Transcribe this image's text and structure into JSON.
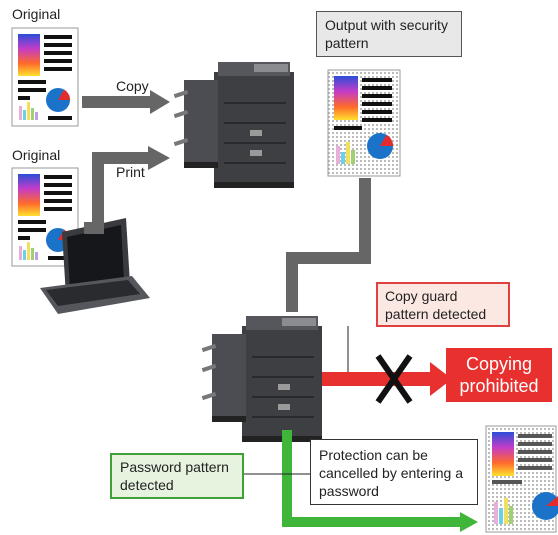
{
  "labels": {
    "original_top": "Original",
    "original_bottom": "Original",
    "copy": "Copy",
    "print": "Print"
  },
  "callouts": {
    "output": "Output with security pattern",
    "copy_guard": "Copy guard pattern detected",
    "copying_prohibited": "Copying prohibited",
    "password_pattern": "Password pattern detected",
    "protection": "Protection can be cancelled by entering a password"
  },
  "colors": {
    "arrow_gray": "#666666",
    "arrow_red": "#e8302f",
    "arrow_green": "#3fb53a",
    "output_box_fill": "#e8e8e8",
    "copy_guard_fill": "#fbe8e2",
    "copy_guard_border": "#e04040",
    "password_fill": "#e6f3df",
    "password_border": "#3fa03a",
    "pie_blue": "#1a73c8",
    "pie_red": "#e32b2b"
  }
}
